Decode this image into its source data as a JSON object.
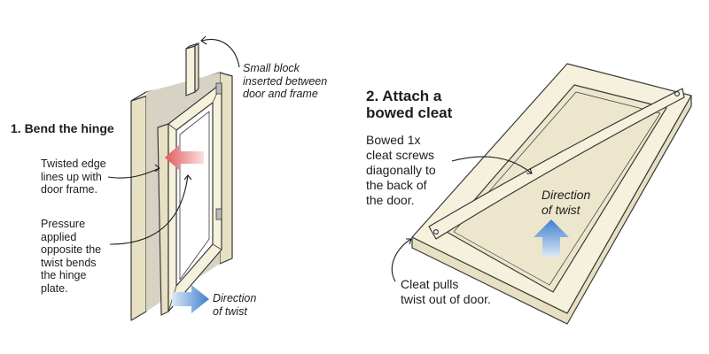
{
  "fig1": {
    "title": "1. Bend the hinge",
    "block_note": [
      "Small block",
      "inserted between",
      "door and frame"
    ],
    "edge_note": [
      "Twisted edge",
      "lines up with",
      "door frame."
    ],
    "pressure_note": [
      "Pressure",
      "applied",
      "opposite the",
      "twist bends",
      "the hinge",
      "plate."
    ],
    "direction": [
      "Direction",
      "of twist"
    ]
  },
  "fig2": {
    "title": [
      "2. Attach a",
      "bowed cleat"
    ],
    "cleat_note": [
      "Bowed 1x",
      "cleat screws",
      "diagonally to",
      "the back of",
      "the door."
    ],
    "direction": [
      "Direction",
      "of twist"
    ],
    "pull_note": [
      "Cleat pulls",
      "twist out of door."
    ]
  },
  "colors": {
    "wood": "#f6f1dd",
    "frame_shade": "#e7e0c3",
    "outline": "#3a3a3a",
    "blue_arrow": "#4f8fd6",
    "red_arrow": "#e4696b"
  }
}
